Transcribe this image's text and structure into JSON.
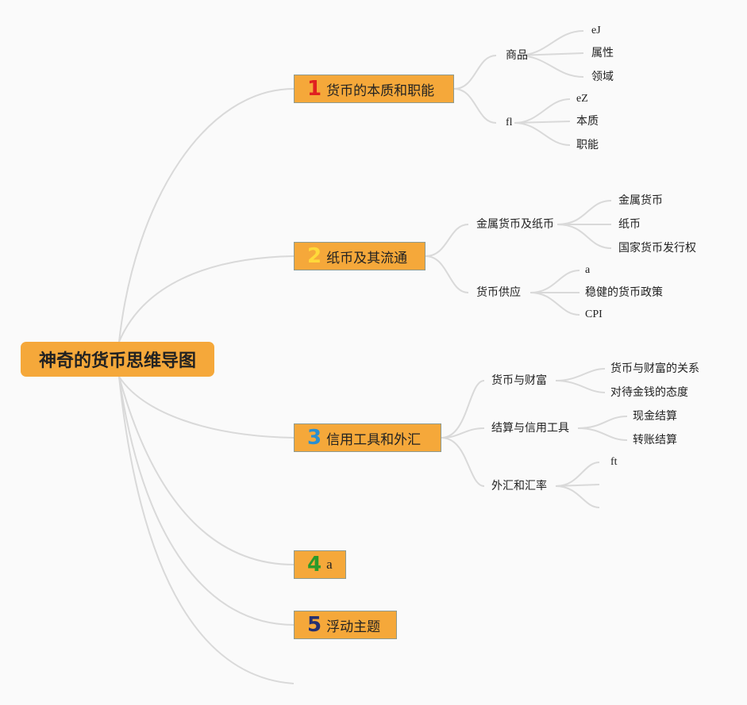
{
  "root": {
    "title": "神奇的货币思维导图"
  },
  "branches": [
    {
      "num": "1",
      "num_color": "#e02020",
      "label": "货币的本质和职能",
      "subs": [
        {
          "label": "商品",
          "leaves": [
            "eJ",
            "属性",
            "领域"
          ]
        },
        {
          "label": "fl",
          "leaves": [
            "eZ",
            "本质",
            "职能"
          ]
        }
      ]
    },
    {
      "num": "2",
      "num_color": "#ffd93a",
      "label": "纸币及其流通",
      "subs": [
        {
          "label": "金属货币及纸币",
          "leaves": [
            "金属货币",
            "纸币",
            "国家货币发行权"
          ]
        },
        {
          "label": "货币供应",
          "leaves": [
            "a",
            "稳健的货币政策",
            "CPI"
          ]
        }
      ]
    },
    {
      "num": "3",
      "num_color": "#2b8fd0",
      "label": "信用工具和外汇",
      "subs": [
        {
          "label": "货币与财富",
          "leaves": [
            "货币与财富的关系",
            "对待金钱的态度"
          ]
        },
        {
          "label": "结算与信用工具",
          "leaves": [
            "现金结算",
            "转账结算"
          ]
        },
        {
          "label": "外汇和汇率",
          "leaves": [
            "ft",
            "",
            ""
          ]
        }
      ]
    },
    {
      "num": "4",
      "num_color": "#2a9a2a",
      "label": "a",
      "subs": []
    },
    {
      "num": "5",
      "num_color": "#263070",
      "label": "浮动主题",
      "subs": []
    }
  ]
}
